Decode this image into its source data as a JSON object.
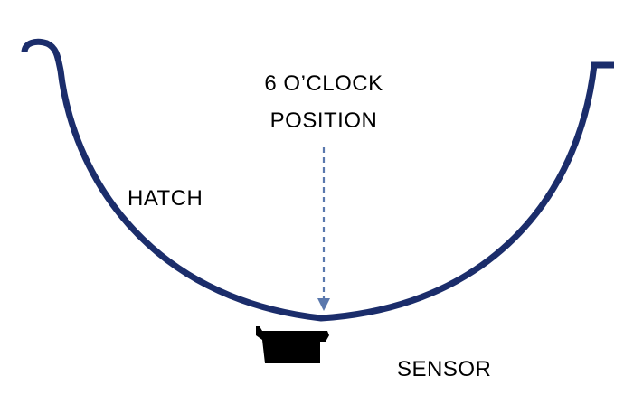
{
  "labels": {
    "position_line1": "6 O’CLOCK",
    "position_line2": "POSITION",
    "hatch": "HATCH",
    "sensor": "SENSOR"
  },
  "colors": {
    "curve": "#1b2d6b",
    "arrow": "#5a78ad",
    "sensor": "#000000",
    "text": "#000000"
  }
}
